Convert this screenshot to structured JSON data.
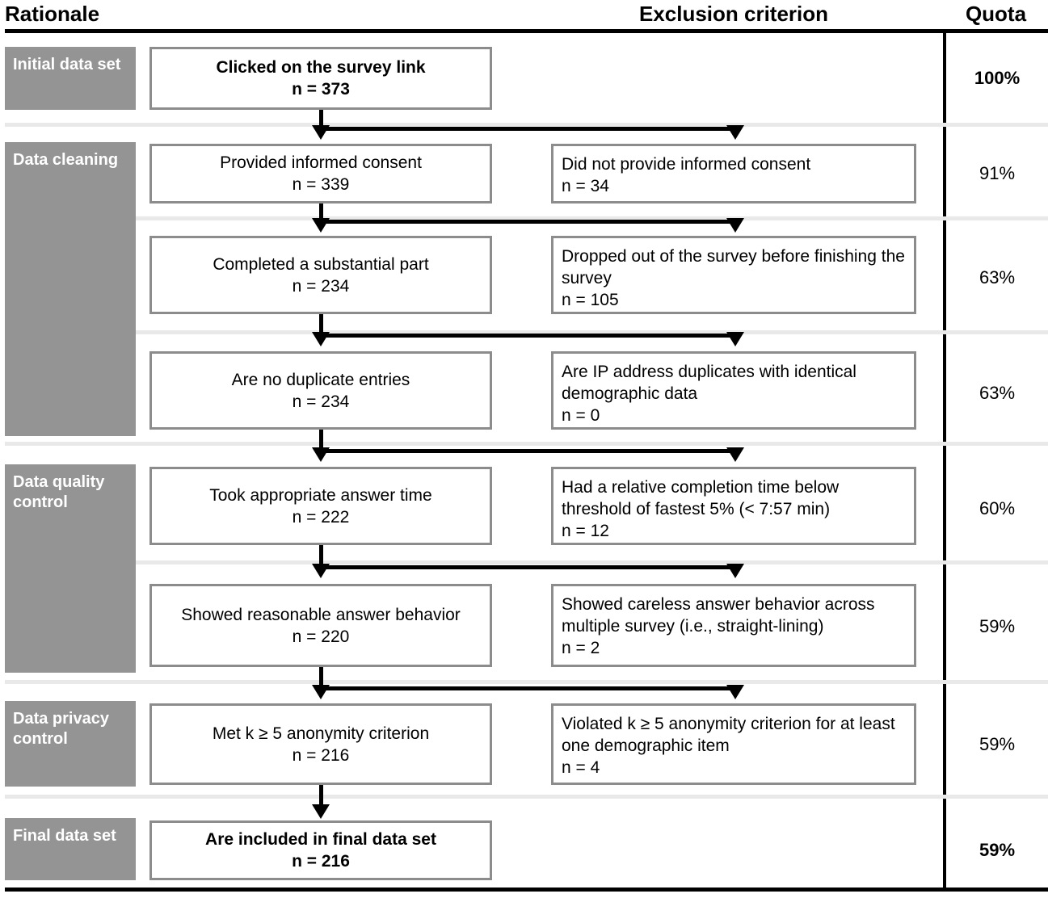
{
  "header": {
    "rationale": "Rationale",
    "exclusion": "Exclusion criterion",
    "quota": "Quota"
  },
  "colors": {
    "stage_block": "#949494",
    "box_border": "#8c8c8c",
    "row_separator": "#e9e9e9",
    "rule": "#000000",
    "stage_text": "#ffffff"
  },
  "chart_data": {
    "type": "flowchart",
    "title": "Participant flow / sample attrition",
    "columns": [
      "Rationale",
      "Exclusion criterion",
      "Quota"
    ],
    "stages": [
      {
        "label": "Initial data set",
        "rows": 1
      },
      {
        "label": "Data cleaning",
        "rows": 3
      },
      {
        "label": "Data quality control",
        "rows": 2
      },
      {
        "label": "Data privacy control",
        "rows": 1
      },
      {
        "label": "Final data set",
        "rows": 1
      }
    ],
    "steps": [
      {
        "included_label": "Clicked on the survey link",
        "included_n": "n = 373",
        "excluded_label": "",
        "excluded_n": "",
        "quota": "100%",
        "n_value": 373,
        "excluded_value": null
      },
      {
        "included_label": "Provided informed consent",
        "included_n": "n = 339",
        "excluded_label": "Did not provide informed consent",
        "excluded_n": "n = 34",
        "quota": "91%",
        "n_value": 339,
        "excluded_value": 34
      },
      {
        "included_label": "Completed a substantial part",
        "included_n": "n = 234",
        "excluded_label": "Dropped out of the survey before finishing the survey",
        "excluded_n": "n = 105",
        "quota": "63%",
        "n_value": 234,
        "excluded_value": 105
      },
      {
        "included_label": "Are no duplicate entries",
        "included_n": "n = 234",
        "excluded_label": "Are IP address duplicates with identical demographic data",
        "excluded_n": "n = 0",
        "quota": "63%",
        "n_value": 234,
        "excluded_value": 0
      },
      {
        "included_label": "Took appropriate answer time",
        "included_n": "n = 222",
        "excluded_label": "Had a relative completion time below threshold of fastest 5% (< 7:57 min)",
        "excluded_n": "n = 12",
        "quota": "60%",
        "n_value": 222,
        "excluded_value": 12
      },
      {
        "included_label": "Showed reasonable answer behavior",
        "included_n": "n = 220",
        "excluded_label": "Showed careless answer behavior across multiple survey (i.e., straight-lining)",
        "excluded_n": "n = 2",
        "quota": "59%",
        "n_value": 220,
        "excluded_value": 2
      },
      {
        "included_label": "Met k ≥ 5 anonymity criterion",
        "included_n": "n = 216",
        "excluded_label": "Violated k ≥ 5 anonymity criterion for at least one demographic item",
        "excluded_n": "n = 4",
        "quota": "59%",
        "n_value": 216,
        "excluded_value": 4
      },
      {
        "included_label": "Are included in final data set",
        "included_n": "n = 216",
        "excluded_label": "",
        "excluded_n": "",
        "quota": "59%",
        "n_value": 216,
        "excluded_value": null
      }
    ]
  },
  "rows": [
    {
      "stage": "Initial data set",
      "left_title": "Clicked on the survey link",
      "left_n": "n = 373",
      "right_title": "",
      "right_n": "",
      "quota": "100%"
    },
    {
      "stage": "Data cleaning",
      "left_title": "Provided informed consent",
      "left_n": "n = 339",
      "right_title": "Did not provide informed consent",
      "right_n": "n = 34",
      "quota": "91%"
    },
    {
      "stage": "",
      "left_title": "Completed a substantial part",
      "left_n": "n = 234",
      "right_title": "Dropped out of the survey before finishing the survey",
      "right_n": "n = 105",
      "quota": "63%"
    },
    {
      "stage": "",
      "left_title": "Are no duplicate entries",
      "left_n": "n = 234",
      "right_title": "Are IP address duplicates with identical demographic data",
      "right_n": "n = 0",
      "quota": "63%"
    },
    {
      "stage": "Data quality control",
      "left_title": "Took appropriate answer time",
      "left_n": "n = 222",
      "right_title": "Had a relative completion time below threshold of fastest 5% (< 7:57 min)",
      "right_n": "n = 12",
      "quota": "60%"
    },
    {
      "stage": "",
      "left_title": "Showed reasonable answer behavior",
      "left_n": "n = 220",
      "right_title": "Showed careless answer behavior across multiple survey (i.e., straight-lining)",
      "right_n": "n = 2",
      "quota": "59%"
    },
    {
      "stage": "Data privacy control",
      "left_title": "Met k ≥ 5 anonymity criterion",
      "left_n": "n = 216",
      "right_title": "Violated k ≥ 5 anonymity criterion for at least one demographic item",
      "right_n": "n = 4",
      "quota": "59%"
    },
    {
      "stage": "Final data set",
      "left_title": "Are included in final data set",
      "left_n": "n = 216",
      "right_title": "",
      "right_n": "",
      "quota": "59%"
    }
  ],
  "stage_labels": {
    "initial": "Initial data set",
    "cleaning": "Data cleaning",
    "quality": "Data quality control",
    "privacy": "Data privacy control",
    "final": "Final data set"
  }
}
